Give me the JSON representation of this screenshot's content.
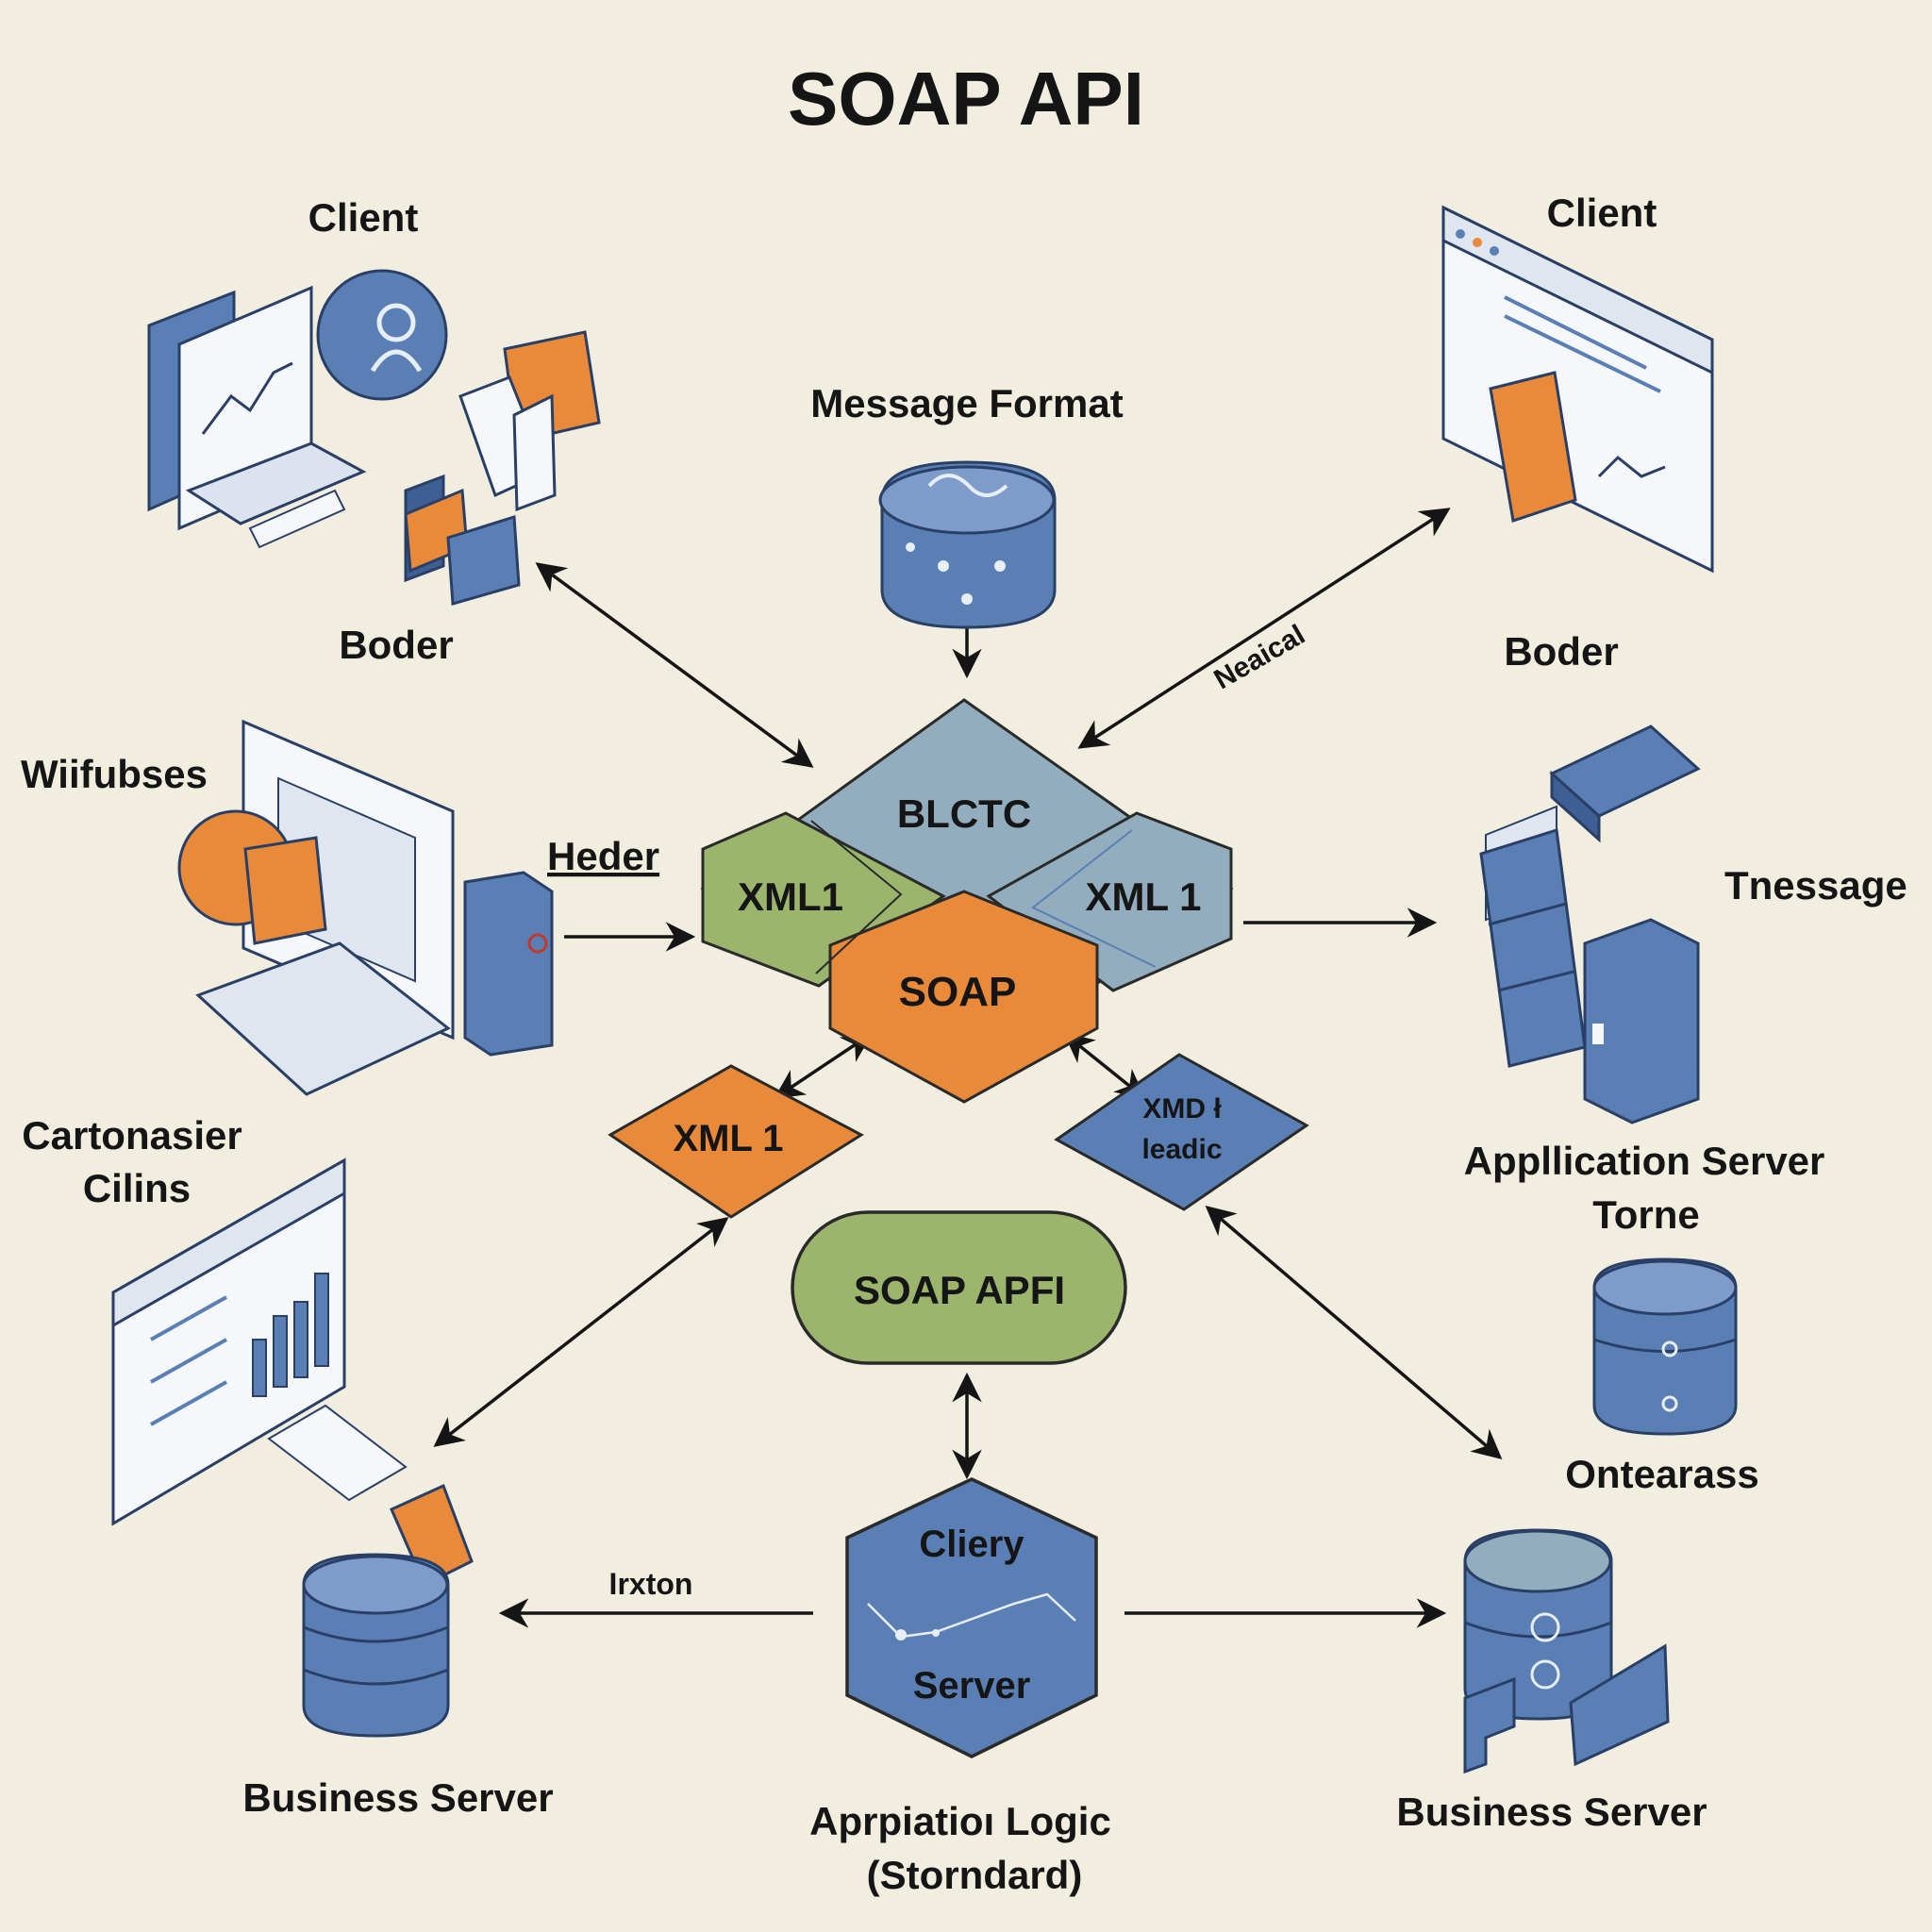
{
  "title": "SOAP API",
  "labels": {
    "client_top_left": "Client",
    "client_top_right": "Client",
    "boder_left": "Boder",
    "boder_right": "Boder",
    "message_format": "Message Format",
    "wiifubses": "Wiifubses",
    "heder": "Heder",
    "tnessage": "Tnessage",
    "neaical": "Neaical",
    "cartonasier_1": "Cartonasier",
    "cartonasier_2": "Cilins",
    "app_server_1": "Appllication Server",
    "app_server_2": "Torne",
    "ontearass": "Ontearass",
    "business_server_left": "Business Server",
    "business_server_right": "Business Server",
    "irxton": "Irxton",
    "app_logic_1": "Aprpiatioı Logic",
    "app_logic_2": "(Storndard)"
  },
  "nodes": {
    "blctc": "BLCTC",
    "xml_left": "XML1",
    "xml_right": "XML 1",
    "soap": "SOAP",
    "xml_small": "XML 1",
    "xmd_1": "XMD ł",
    "xmd_2": "leadic",
    "soap_apfi": "SOAP APFI",
    "cliery": "Cliery",
    "server": "Server"
  },
  "colors": {
    "background": "#f1eee0",
    "blue": "#5a7fb5",
    "blue_dark": "#3d5f94",
    "light_blue": "#92adbd",
    "green": "#9bb56c",
    "orange": "#e88a3a",
    "ink": "#151515"
  }
}
